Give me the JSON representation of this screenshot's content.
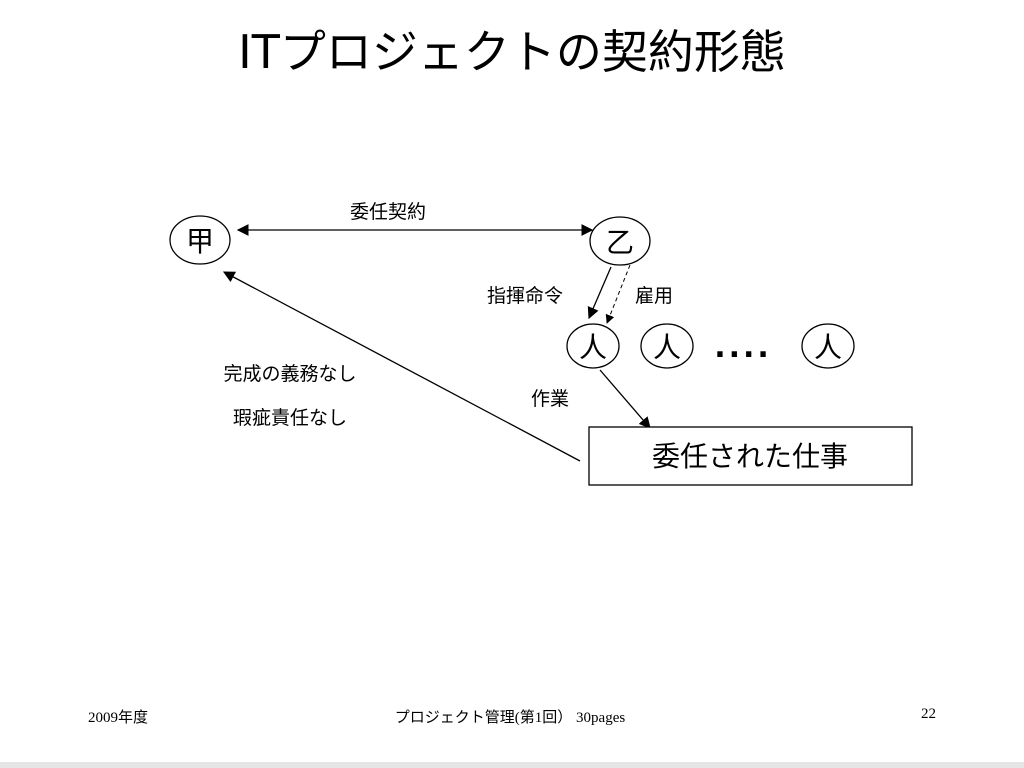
{
  "title": "ITプロジェクトの契約形態",
  "diagram": {
    "nodes": {
      "kou": "甲",
      "otsu": "乙",
      "person1": "人",
      "person2": "人",
      "person3": "人",
      "ellipsis": "....",
      "task_box": "委任された仕事"
    },
    "labels": {
      "contract": "委任契約",
      "command": "指揮命令",
      "employment": "雇用",
      "work": "作業",
      "no_completion_duty": "完成の義務なし",
      "no_defect_liability": "瑕疵責任なし"
    }
  },
  "footer": {
    "left": "2009年度",
    "center": "プロジェクト管理(第1回）  30pages",
    "right": "22"
  }
}
